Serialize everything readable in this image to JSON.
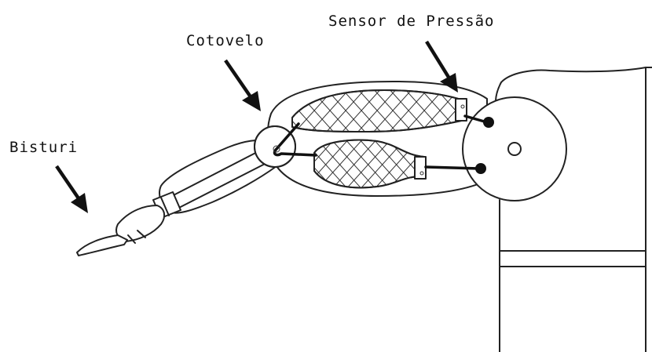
{
  "labels": {
    "scalpel": "Bisturi",
    "elbow": "Cotovelo",
    "pressure_sensor": "Sensor de Pressão"
  },
  "colors": {
    "stroke": "#222222",
    "background": "#ffffff"
  }
}
